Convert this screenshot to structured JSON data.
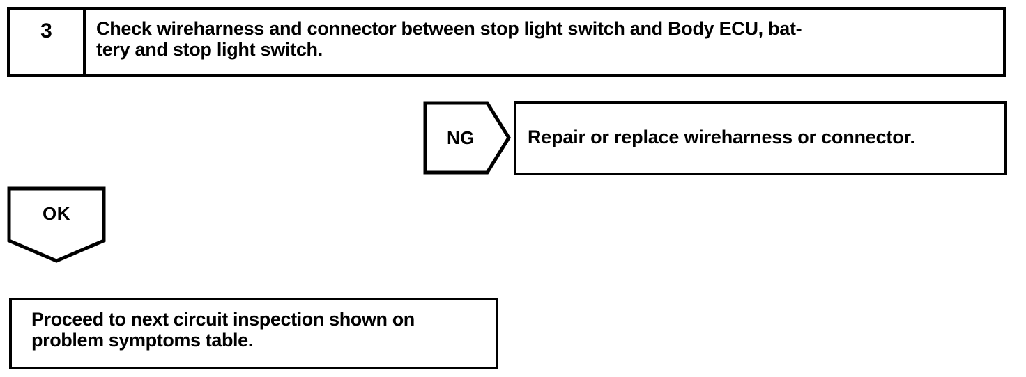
{
  "page": {
    "title": "Circuit Inspection Flowchart Step 3",
    "background_color": "#ffffff",
    "line_color": "#000000"
  },
  "step": {
    "number": "3",
    "instruction": "Check wireharness and connector between stop light switch and Body ECU, bat-tery and stop light switch.",
    "instruction_line1": "Check wireharness and connector between stop light switch and Body ECU, bat-",
    "instruction_line2": "tery and stop light switch."
  },
  "branches": {
    "ng": {
      "tag_label": "NG",
      "result_text": "Repair or replace wireharness or connector.",
      "tag_shape": "pentagon-right"
    },
    "ok": {
      "tag_label": "OK",
      "tag_shape": "pentagon-down"
    }
  },
  "final": {
    "text": "Proceed to next circuit inspection shown on problem symptoms table.",
    "line1": "Proceed to next circuit inspection shown on",
    "line2": "problem symptoms table."
  }
}
